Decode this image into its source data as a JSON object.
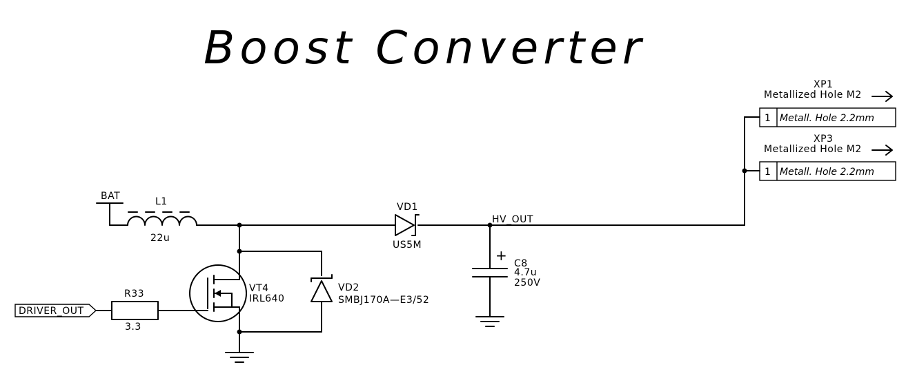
{
  "title": "Boost Converter",
  "components": {
    "battery": {
      "net": "BAT"
    },
    "inductor": {
      "ref": "L1",
      "value": "22u"
    },
    "diode": {
      "ref": "VD1",
      "value": "US5M"
    },
    "output_net": "HV_OUT",
    "capacitor": {
      "ref": "C8",
      "value": "4.7u",
      "voltage": "250V"
    },
    "mosfet": {
      "ref": "VT4",
      "value": "IRL640"
    },
    "tvs": {
      "ref": "VD2",
      "value": "SMBJ170A—E3/52"
    },
    "resistor": {
      "ref": "R33",
      "value": "3.3"
    },
    "driver_net": "DRIVER_OUT",
    "connector1": {
      "ref": "XP1",
      "name": "Metallized Hole M2",
      "pin": "1",
      "pin_name": "Metall. Hole 2.2mm"
    },
    "connector2": {
      "ref": "XP3",
      "name": "Metallized Hole M2",
      "pin": "1",
      "pin_name": "Metall. Hole 2.2mm"
    },
    "cap_polarity": "+"
  }
}
